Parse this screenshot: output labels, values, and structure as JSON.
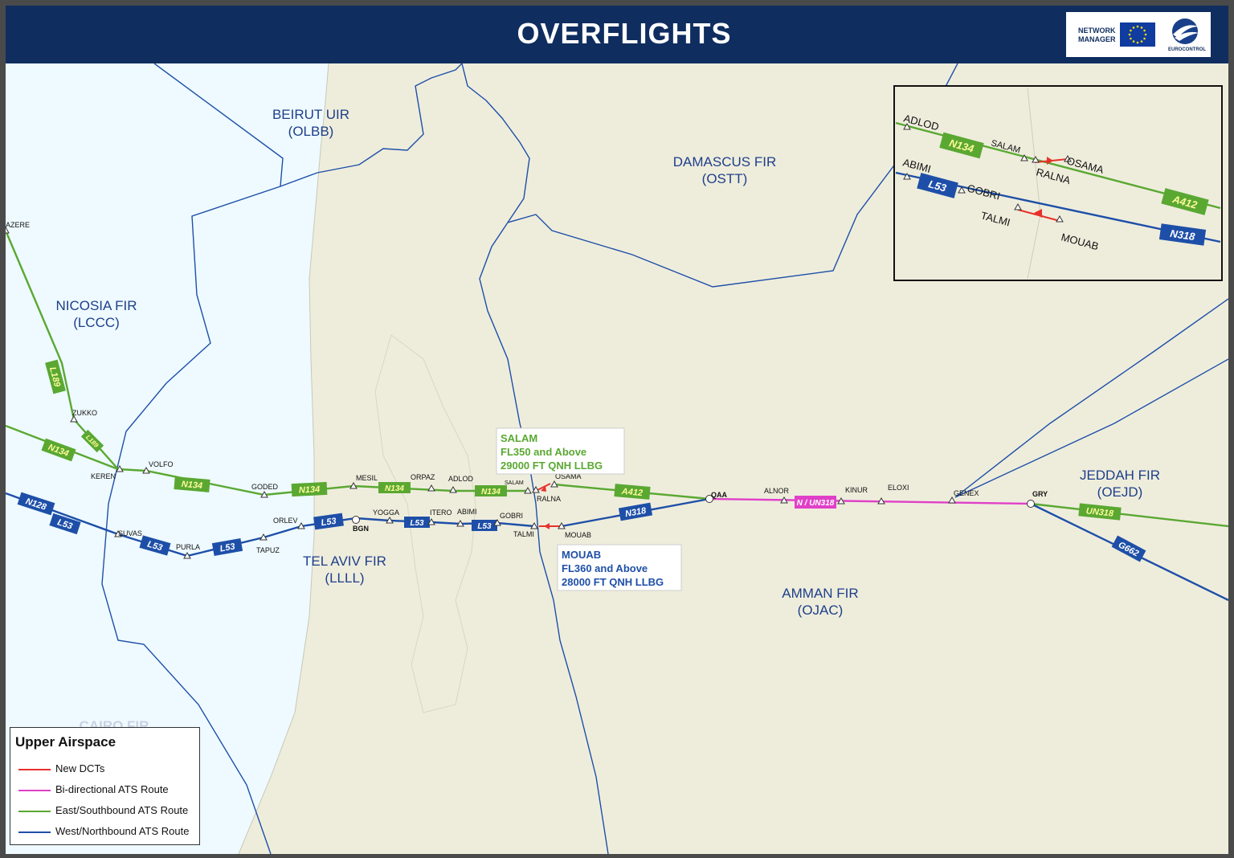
{
  "header": {
    "title": "OVERFLIGHTS",
    "network_manager": "NETWORK MANAGER",
    "eurocontrol": "EUROCONTROL"
  },
  "colors": {
    "header": "#0f2d5f",
    "land": "#eeeddc",
    "sea": "#eefaff",
    "new_dct": "#e8302a",
    "bidirectional": "#e040c8",
    "east_southbound": "#5aa832",
    "west_northbound": "#1e4fa8",
    "fir_boundary": "#1e4fa8"
  },
  "firs": {
    "beirut": {
      "name": "BEIRUT UIR",
      "code": "(OLBB)"
    },
    "damascus": {
      "name": "DAMASCUS FIR",
      "code": "(OSTT)"
    },
    "nicosia": {
      "name": "NICOSIA FIR",
      "code": "(LCCC)"
    },
    "tel_aviv": {
      "name": "TEL AVIV FIR",
      "code": "(LLLL)"
    },
    "amman": {
      "name": "AMMAN FIR",
      "code": "(OJAC)"
    },
    "jeddah": {
      "name": "JEDDAH FIR",
      "code": "(OEJD)"
    },
    "cairo": {
      "name": "CAIRO FIR"
    }
  },
  "waypoints": {
    "azere": "AZERE",
    "zukko": "ZUKKO",
    "keren": "KEREN",
    "volfo": "VOLFO",
    "goded": "GODED",
    "mesil": "MESIL",
    "orpaz": "ORPAZ",
    "adlod": "ADLOD",
    "salam": "SALAM",
    "osama": "OSAMA",
    "ralna": "RALNA",
    "qaa": "QAA",
    "alnor": "ALNOR",
    "kinur": "KINUR",
    "eloxi": "ELOXI",
    "genex": "GENEX",
    "gry": "GRY",
    "suvas": "SUVAS",
    "purla": "PURLA",
    "tapuz": "TAPUZ",
    "orlev": "ORLEV",
    "bgn": "BGN",
    "yogga": "YOGGA",
    "itero": "ITERO",
    "abimi": "ABIMI",
    "gobri": "GOBRI",
    "talmi": "TALMI",
    "mouab": "MOUAB"
  },
  "routes": {
    "l189": "L189",
    "n134": "N134",
    "a412": "A412",
    "n128": "N128",
    "l53": "L53",
    "n318": "N318",
    "n_un318": "N / UN318",
    "un318": "UN318",
    "g662": "G662"
  },
  "callouts": {
    "salam": {
      "title": "SALAM",
      "level": "FL350 and Above",
      "altitude": "29000 FT QNH LLBG"
    },
    "mouab": {
      "title": "MOUAB",
      "level": "FL360 and Above",
      "altitude": "28000 FT QNH LLBG"
    }
  },
  "inset": {
    "adlod": "ADLOD",
    "salam": "SALAM",
    "osama": "OSAMA",
    "ralna": "RALNA",
    "abimi": "ABIMI",
    "gobri": "GOBRI",
    "talmi": "TALMI",
    "mouab": "MOUAB",
    "n134": "N134",
    "l53": "L53",
    "a412": "A412",
    "n318": "N318"
  },
  "legend": {
    "title": "Upper Airspace",
    "items": [
      {
        "label": "New DCTs",
        "color": "#e8302a"
      },
      {
        "label": "Bi-directional ATS Route",
        "color": "#e040c8"
      },
      {
        "label": "East/Southbound ATS Route",
        "color": "#5aa832"
      },
      {
        "label": "West/Northbound ATS Route",
        "color": "#1e4fa8"
      }
    ]
  }
}
